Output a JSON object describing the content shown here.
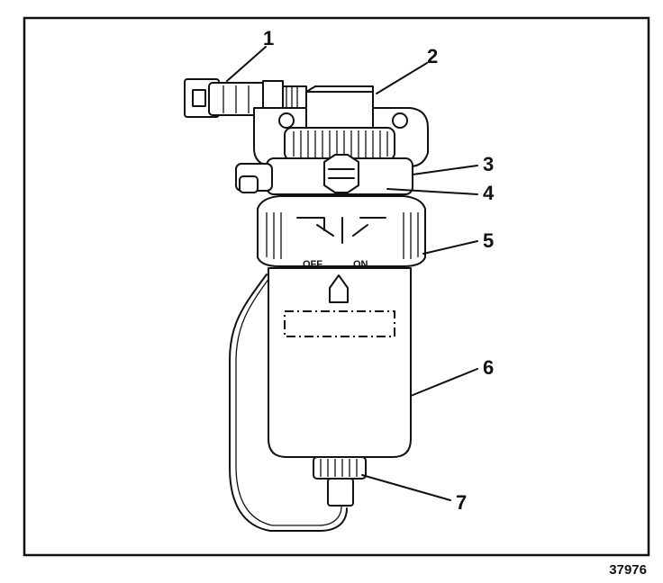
{
  "callouts": [
    {
      "id": "1",
      "label": "1"
    },
    {
      "id": "2",
      "label": "2"
    },
    {
      "id": "3",
      "label": "3"
    },
    {
      "id": "4",
      "label": "4"
    },
    {
      "id": "5",
      "label": "5"
    },
    {
      "id": "6",
      "label": "6"
    },
    {
      "id": "7",
      "label": "7"
    }
  ],
  "bowl_markings": {
    "left": "OFF",
    "right": "ON"
  },
  "figure_number": "37976"
}
